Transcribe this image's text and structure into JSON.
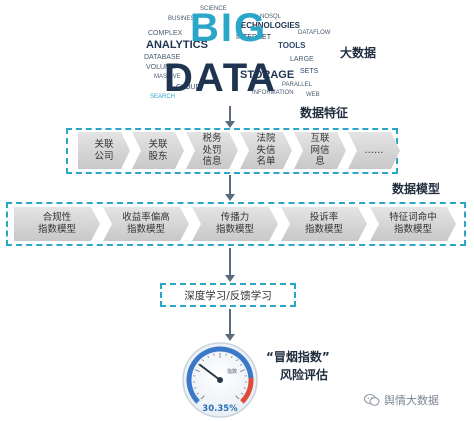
{
  "cloud": {
    "big_top": "BIG",
    "big_bottom": "DATA",
    "words": [
      "TECHNOLOGIES",
      "ANALYTICS",
      "STORAGE",
      "INTERNET",
      "COMPLEX",
      "DATABASE",
      "TOOLS",
      "LARGE",
      "VOLUME",
      "CLOUD",
      "INFORMATION",
      "PARALLEL",
      "MASSIVE",
      "SETS",
      "BUSINESS",
      "SEARCH",
      "NOSQL",
      "DATAFLOW",
      "SCIENCE",
      "WEB"
    ]
  },
  "labels": {
    "big_data": "大数据",
    "features": "数据特征",
    "models": "数据模型",
    "learning": "深度学习/反馈学习",
    "index_title": "“冒烟指数”",
    "index_sub": "风险评估"
  },
  "features": [
    "关联\n公司",
    "关联\n股东",
    "税务\n处罚\n信息",
    "法院\n失信\n名单",
    "互联\n网信\n息",
    "……"
  ],
  "models": [
    "合规性\n指数模型",
    "收益率偏高\n指数模型",
    "传播力\n指数模型",
    "投诉率\n指数模型",
    "特征词命中\n指数模型"
  ],
  "gauge": {
    "value_label": "30.35%",
    "value": 30.35,
    "unit_label": "指数"
  },
  "watermark": {
    "text": "舆情大数据"
  },
  "colors": {
    "accent": "#2aa6c8",
    "gauge_blue": "#3a78c8",
    "gauge_red": "#e04a3a"
  }
}
